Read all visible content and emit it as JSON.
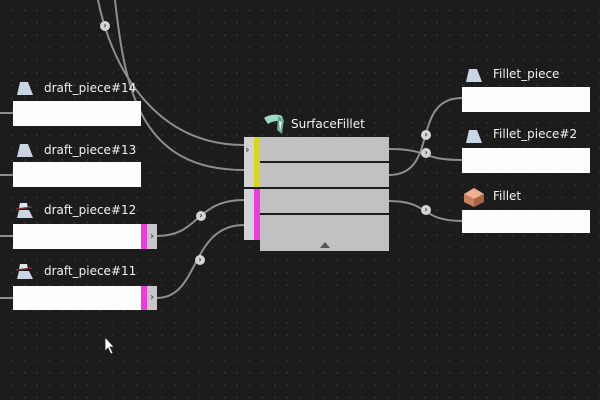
{
  "canvas": {
    "background_color": "#1c1c1c",
    "wire_color": "#8e8e8e"
  },
  "colors": {
    "port_pink": "#ee3bdc",
    "port_yellow": "#d6d61a",
    "node_body": "#c1c1c1",
    "input_box": "#fdfdfd"
  },
  "inputs": [
    {
      "label": "draft_piece#14",
      "icon": "surface-piece-icon",
      "value": ""
    },
    {
      "label": "draft_piece#13",
      "icon": "surface-piece-icon",
      "value": ""
    },
    {
      "label": "draft_piece#12",
      "icon": "draft-piece-icon",
      "value": ""
    },
    {
      "label": "draft_piece#11",
      "icon": "draft-piece-icon",
      "value": ""
    }
  ],
  "node": {
    "title": "SurfaceFillet",
    "icon": "surface-fillet-icon",
    "input_ports": 4,
    "expand_icon": "triangle-up-icon"
  },
  "outputs": [
    {
      "label": "Fillet_piece",
      "icon": "surface-piece-icon",
      "value": ""
    },
    {
      "label": "Fillet_piece#2",
      "icon": "surface-piece-icon",
      "value": ""
    },
    {
      "label": "Fillet",
      "icon": "solid-box-icon",
      "value": ""
    }
  ],
  "junction_glyph": "›",
  "port_glyph": "›"
}
